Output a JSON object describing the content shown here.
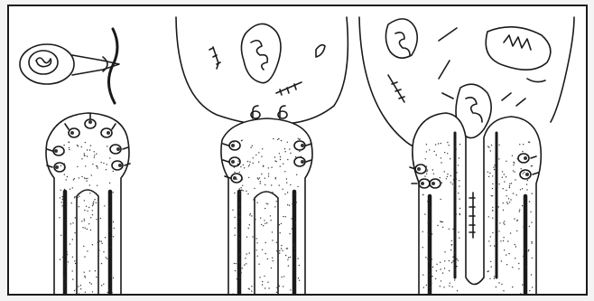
{
  "figure": {
    "ink_color": "#1a1a1a",
    "background": "#ffffff",
    "panels": [
      {
        "id": "stage-1",
        "inset": "bacterium-in-tip"
      },
      {
        "id": "stage-2",
        "inset": "bacteria-cluster-attaching"
      },
      {
        "id": "stage-3",
        "inset": "engulfment-in-progress"
      }
    ]
  }
}
